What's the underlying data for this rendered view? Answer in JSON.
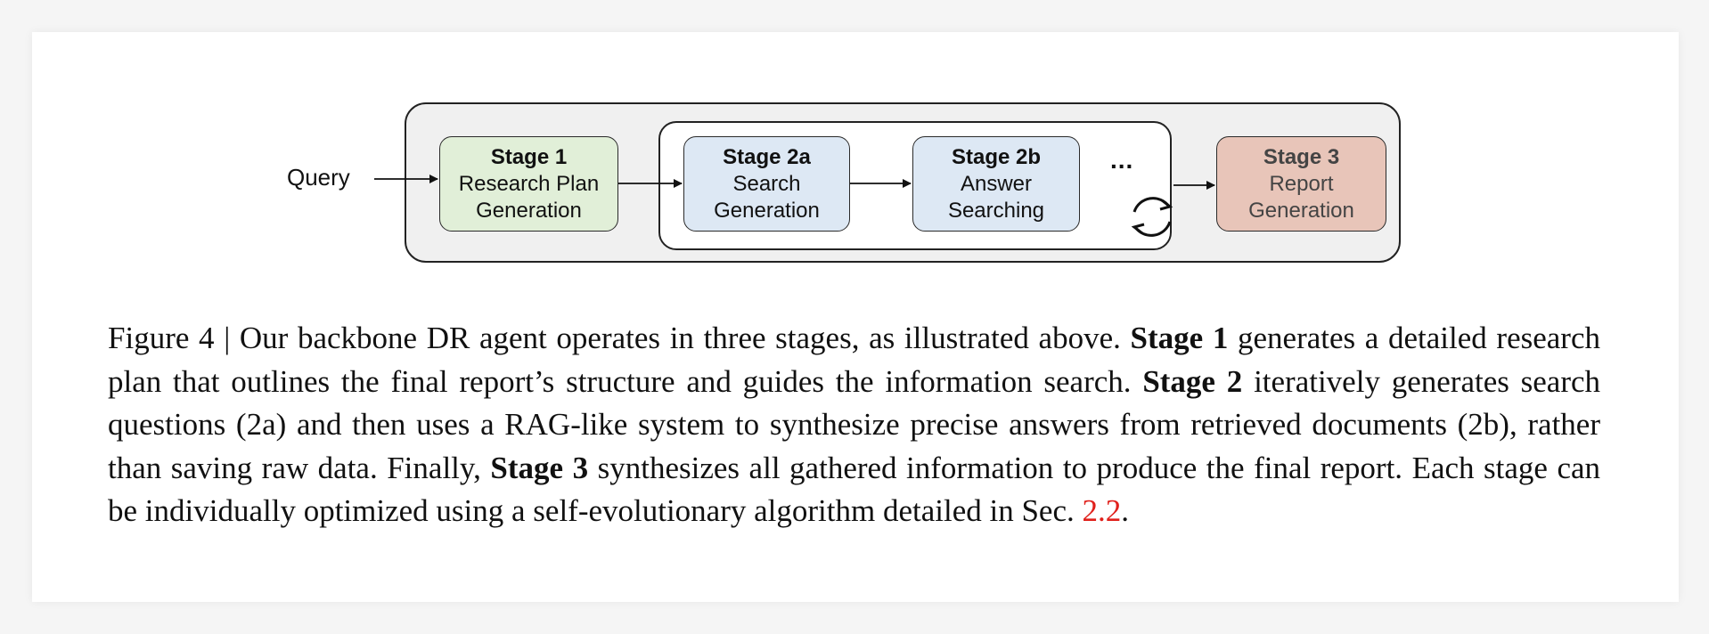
{
  "diagram": {
    "query_label": "Query",
    "stage1": {
      "title": "Stage 1",
      "line1": "Research Plan",
      "line2": "Generation"
    },
    "stage2a": {
      "title": "Stage 2a",
      "line1": "Search",
      "line2": "Generation"
    },
    "stage2b": {
      "title": "Stage 2b",
      "line1": "Answer",
      "line2": "Searching"
    },
    "ellipsis": "...",
    "stage3": {
      "title": "Stage 3",
      "line1": "Report",
      "line2": "Generation"
    },
    "colors": {
      "stage1_fill": "#e1efd8",
      "stage2_fill": "#dde8f4",
      "stage3_fill": "#e8c5b9",
      "outer_panel_fill": "#f0f0f0"
    },
    "icons": [
      "refresh-cycle-icon"
    ]
  },
  "caption": {
    "s1": "Figure 4 | Our backbone DR agent operates in three stages, as illustrated above.",
    "b1": "Stage 1",
    "s2": "generates a detailed research plan that outlines the final report’s structure and guides the information search.",
    "b2": "Stage 2",
    "s3": "iteratively generates search questions (2a) and then uses a RAG-like system to synthesize precise answers from retrieved documents (2b), rather than saving raw data.  Finally,",
    "b3": "Stage 3",
    "s4": "synthesizes all gathered information to produce the final report.  Each stage can be individually optimized using a self-evolutionary algorithm detailed in Sec.",
    "ref": "2.2",
    "end": ".",
    "ref_color": "#e0201b"
  }
}
